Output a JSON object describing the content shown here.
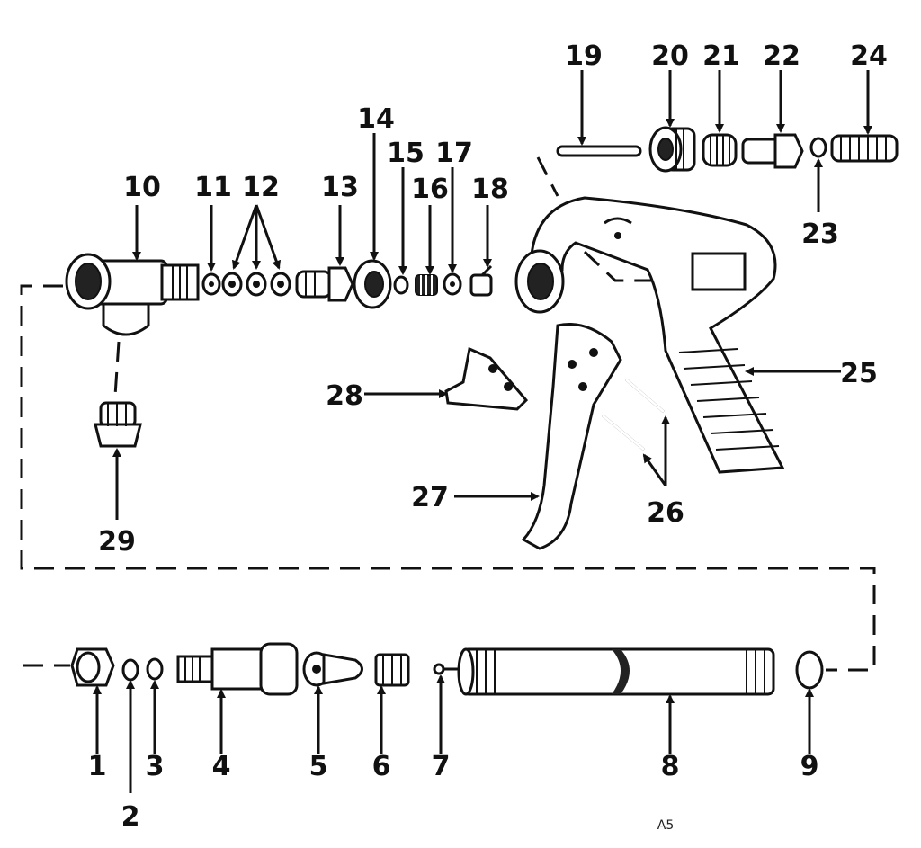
{
  "labels": {
    "p1": "1",
    "p2": "2",
    "p3": "3",
    "p4": "4",
    "p5": "5",
    "p6": "6",
    "p7": "7",
    "p8": "8",
    "p9": "9",
    "p10": "10",
    "p11": "11",
    "p12": "12",
    "p13": "13",
    "p14": "14",
    "p15": "15",
    "p16": "16",
    "p17": "17",
    "p18": "18",
    "p19": "19",
    "p20": "20",
    "p21": "21",
    "p22": "22",
    "p23": "23",
    "p24": "24",
    "p25": "25",
    "p26": "26",
    "p27": "27",
    "p28": "28",
    "p29": "29"
  },
  "corner_code": "A5"
}
